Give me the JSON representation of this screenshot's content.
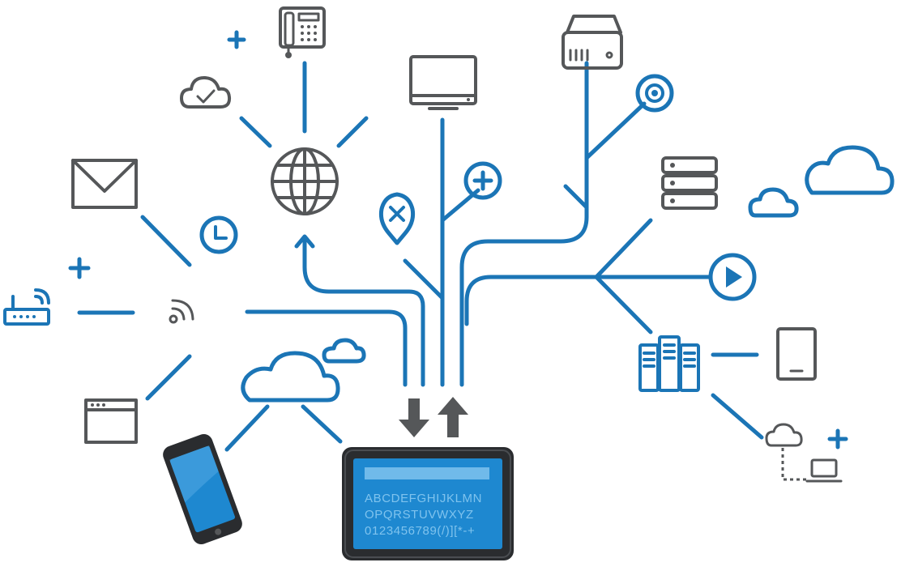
{
  "tablet": {
    "line1": "ABCDEFGHIJKLMN",
    "line2": "OPQRSTUVWXYZ",
    "line3": "0123456789(/)][*-+"
  },
  "colors": {
    "accent": "#1b75b6",
    "icon_gray": "#555759",
    "device_screen": "#1e88d0",
    "device_frame": "#2a2c2f"
  },
  "icons": [
    "desk-phone-icon",
    "globe-icon",
    "cloud-check-icon",
    "tv-monitor-icon",
    "hard-drive-icon",
    "target-icon",
    "server-stack-icon",
    "cloud-icon",
    "envelope-icon",
    "clock-icon",
    "wifi-icon",
    "router-icon",
    "browser-window-icon",
    "location-pin-x-icon",
    "plus-circle-icon",
    "play-circle-icon",
    "file-servers-icon",
    "tablet-icon",
    "cloud-laptop-icon",
    "smartphone-icon",
    "tablet-device-icon",
    "arrow-down-icon",
    "arrow-up-icon",
    "plus-icon"
  ]
}
